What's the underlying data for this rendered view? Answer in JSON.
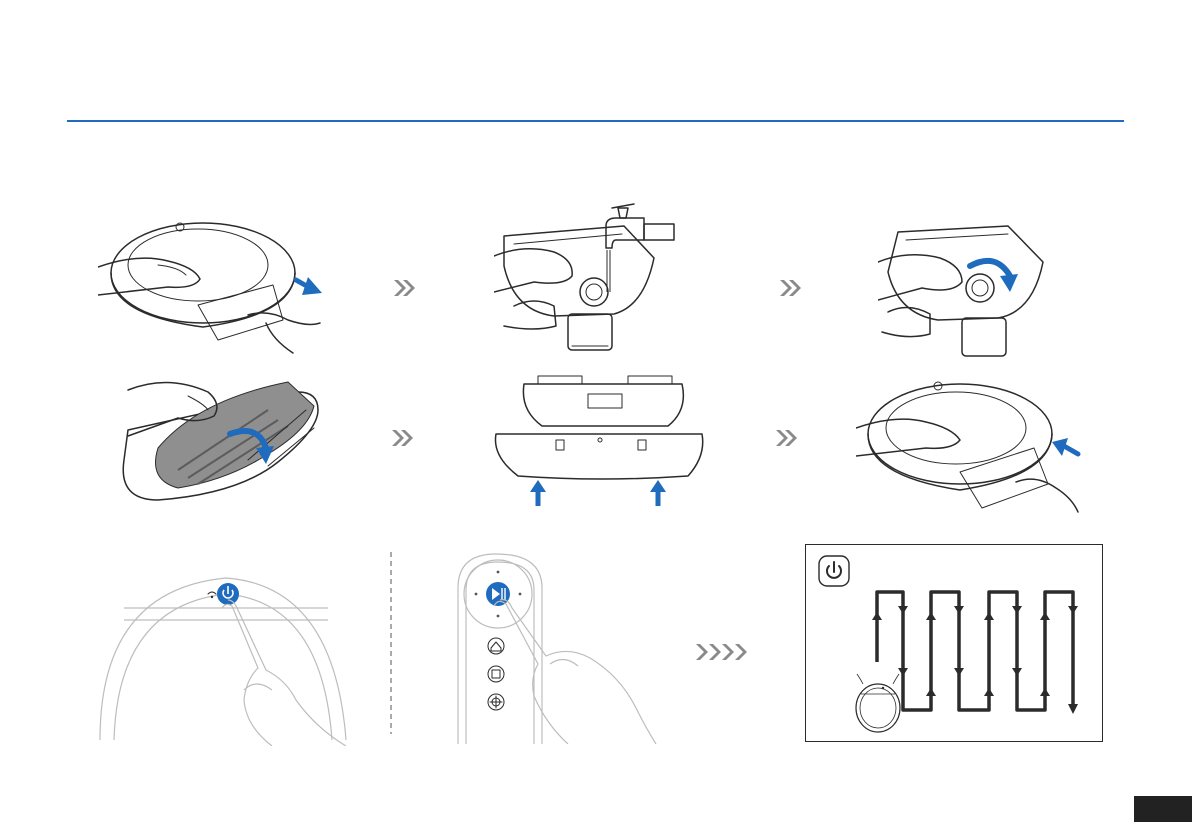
{
  "colors": {
    "accent": "#1f6bbd",
    "rule": "#1f6bbd",
    "arrow": "#1f6bbd",
    "chevron": "#8a8a8a",
    "tank": "#8f8f8f",
    "ink": "#2b2b2b",
    "page_tab": "#222222"
  },
  "icons": {
    "button_power_play": "power-icon",
    "remote_play_pause": "play-pause-icon",
    "remote_home": "home-icon",
    "remote_spot": "square-icon",
    "remote_edge": "crosshair-icon",
    "diagram_power": "power-icon"
  },
  "steps": {
    "row1": [
      "remove-water-tank",
      "fill-water-tank",
      "close-water-tank-cap"
    ],
    "row2": [
      "attach-mopping-cloth",
      "attach-mopping-plate",
      "install-water-tank"
    ],
    "row3": [
      "press-power-button",
      "press-remote-play",
      "cleaning-path"
    ]
  }
}
